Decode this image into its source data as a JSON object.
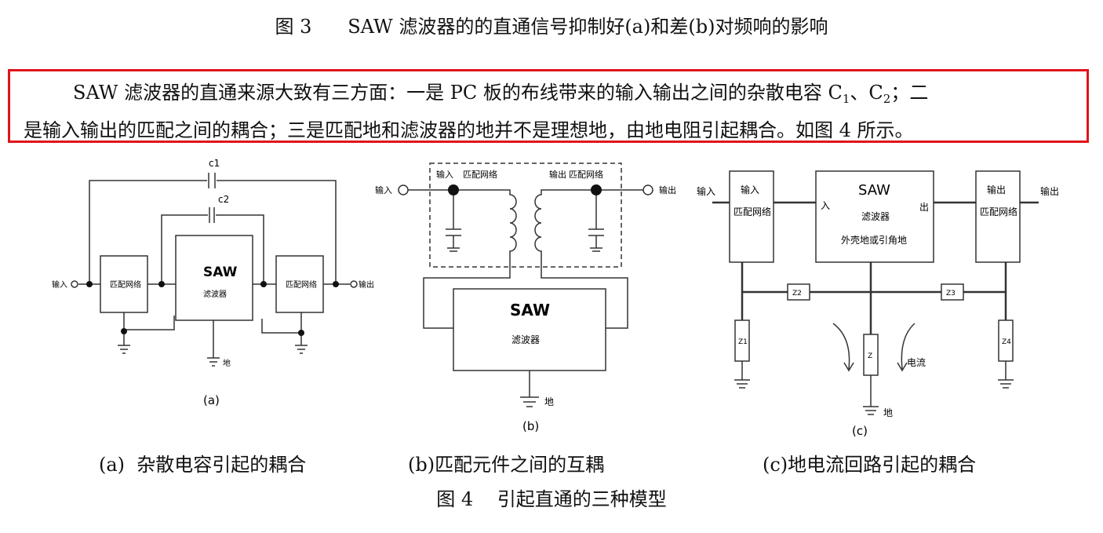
{
  "figure3": {
    "caption": "图 3      SAW 滤波器的的直通信号抑制好(a)和差(b)对频响的影响"
  },
  "paragraph": {
    "line1_a": "SAW 滤波器的直通来源大致有三方面：一是 PC 板的布线带来的输入输出之间的杂散电容 C",
    "sub1": "1",
    "line1_b": "、C",
    "sub2": "2",
    "line1_c": "；二",
    "line2": "是输入输出的匹配之间的耦合；三是匹配地和滤波器的地并不是理想地，由地电阻引起耦合。如图 4 所示。"
  },
  "diagram_a": {
    "c1": "c1",
    "c2": "c2",
    "saw": "SAW",
    "filter": "滤波器",
    "match_left": "匹配网络",
    "match_right": "匹配网络",
    "in": "输入",
    "out": "输出",
    "ground": "地",
    "label": "(a)"
  },
  "diagram_b": {
    "in_box": "输入",
    "match1": "匹配网络",
    "out_box": "输出",
    "match2": "匹配网络",
    "in": "输入",
    "out": "输出",
    "saw": "SAW",
    "filter": "滤波器",
    "ground": "地",
    "label": "(b)"
  },
  "diagram_c": {
    "in": "输入",
    "out": "输出",
    "in_box_1": "输入",
    "in_box_2": "匹配网络",
    "out_box_1": "输出",
    "out_box_2": "匹配网络",
    "saw": "SAW",
    "ru": "入",
    "chu": "出",
    "filter": "滤波器",
    "shell": "外壳地或引角地",
    "z1": "Z1",
    "z2": "Z2",
    "z3": "Z3",
    "z4": "Z4",
    "z": "Z",
    "current": "电流",
    "ground": "地",
    "label": "(c)"
  },
  "captions": {
    "a": "(a)  杂散电容引起的耦合",
    "b": "(b)匹配元件之间的互耦",
    "c": "(c)地电流回路引起的耦合"
  },
  "figure4": {
    "caption": "图 4    引起直通的三种模型"
  }
}
